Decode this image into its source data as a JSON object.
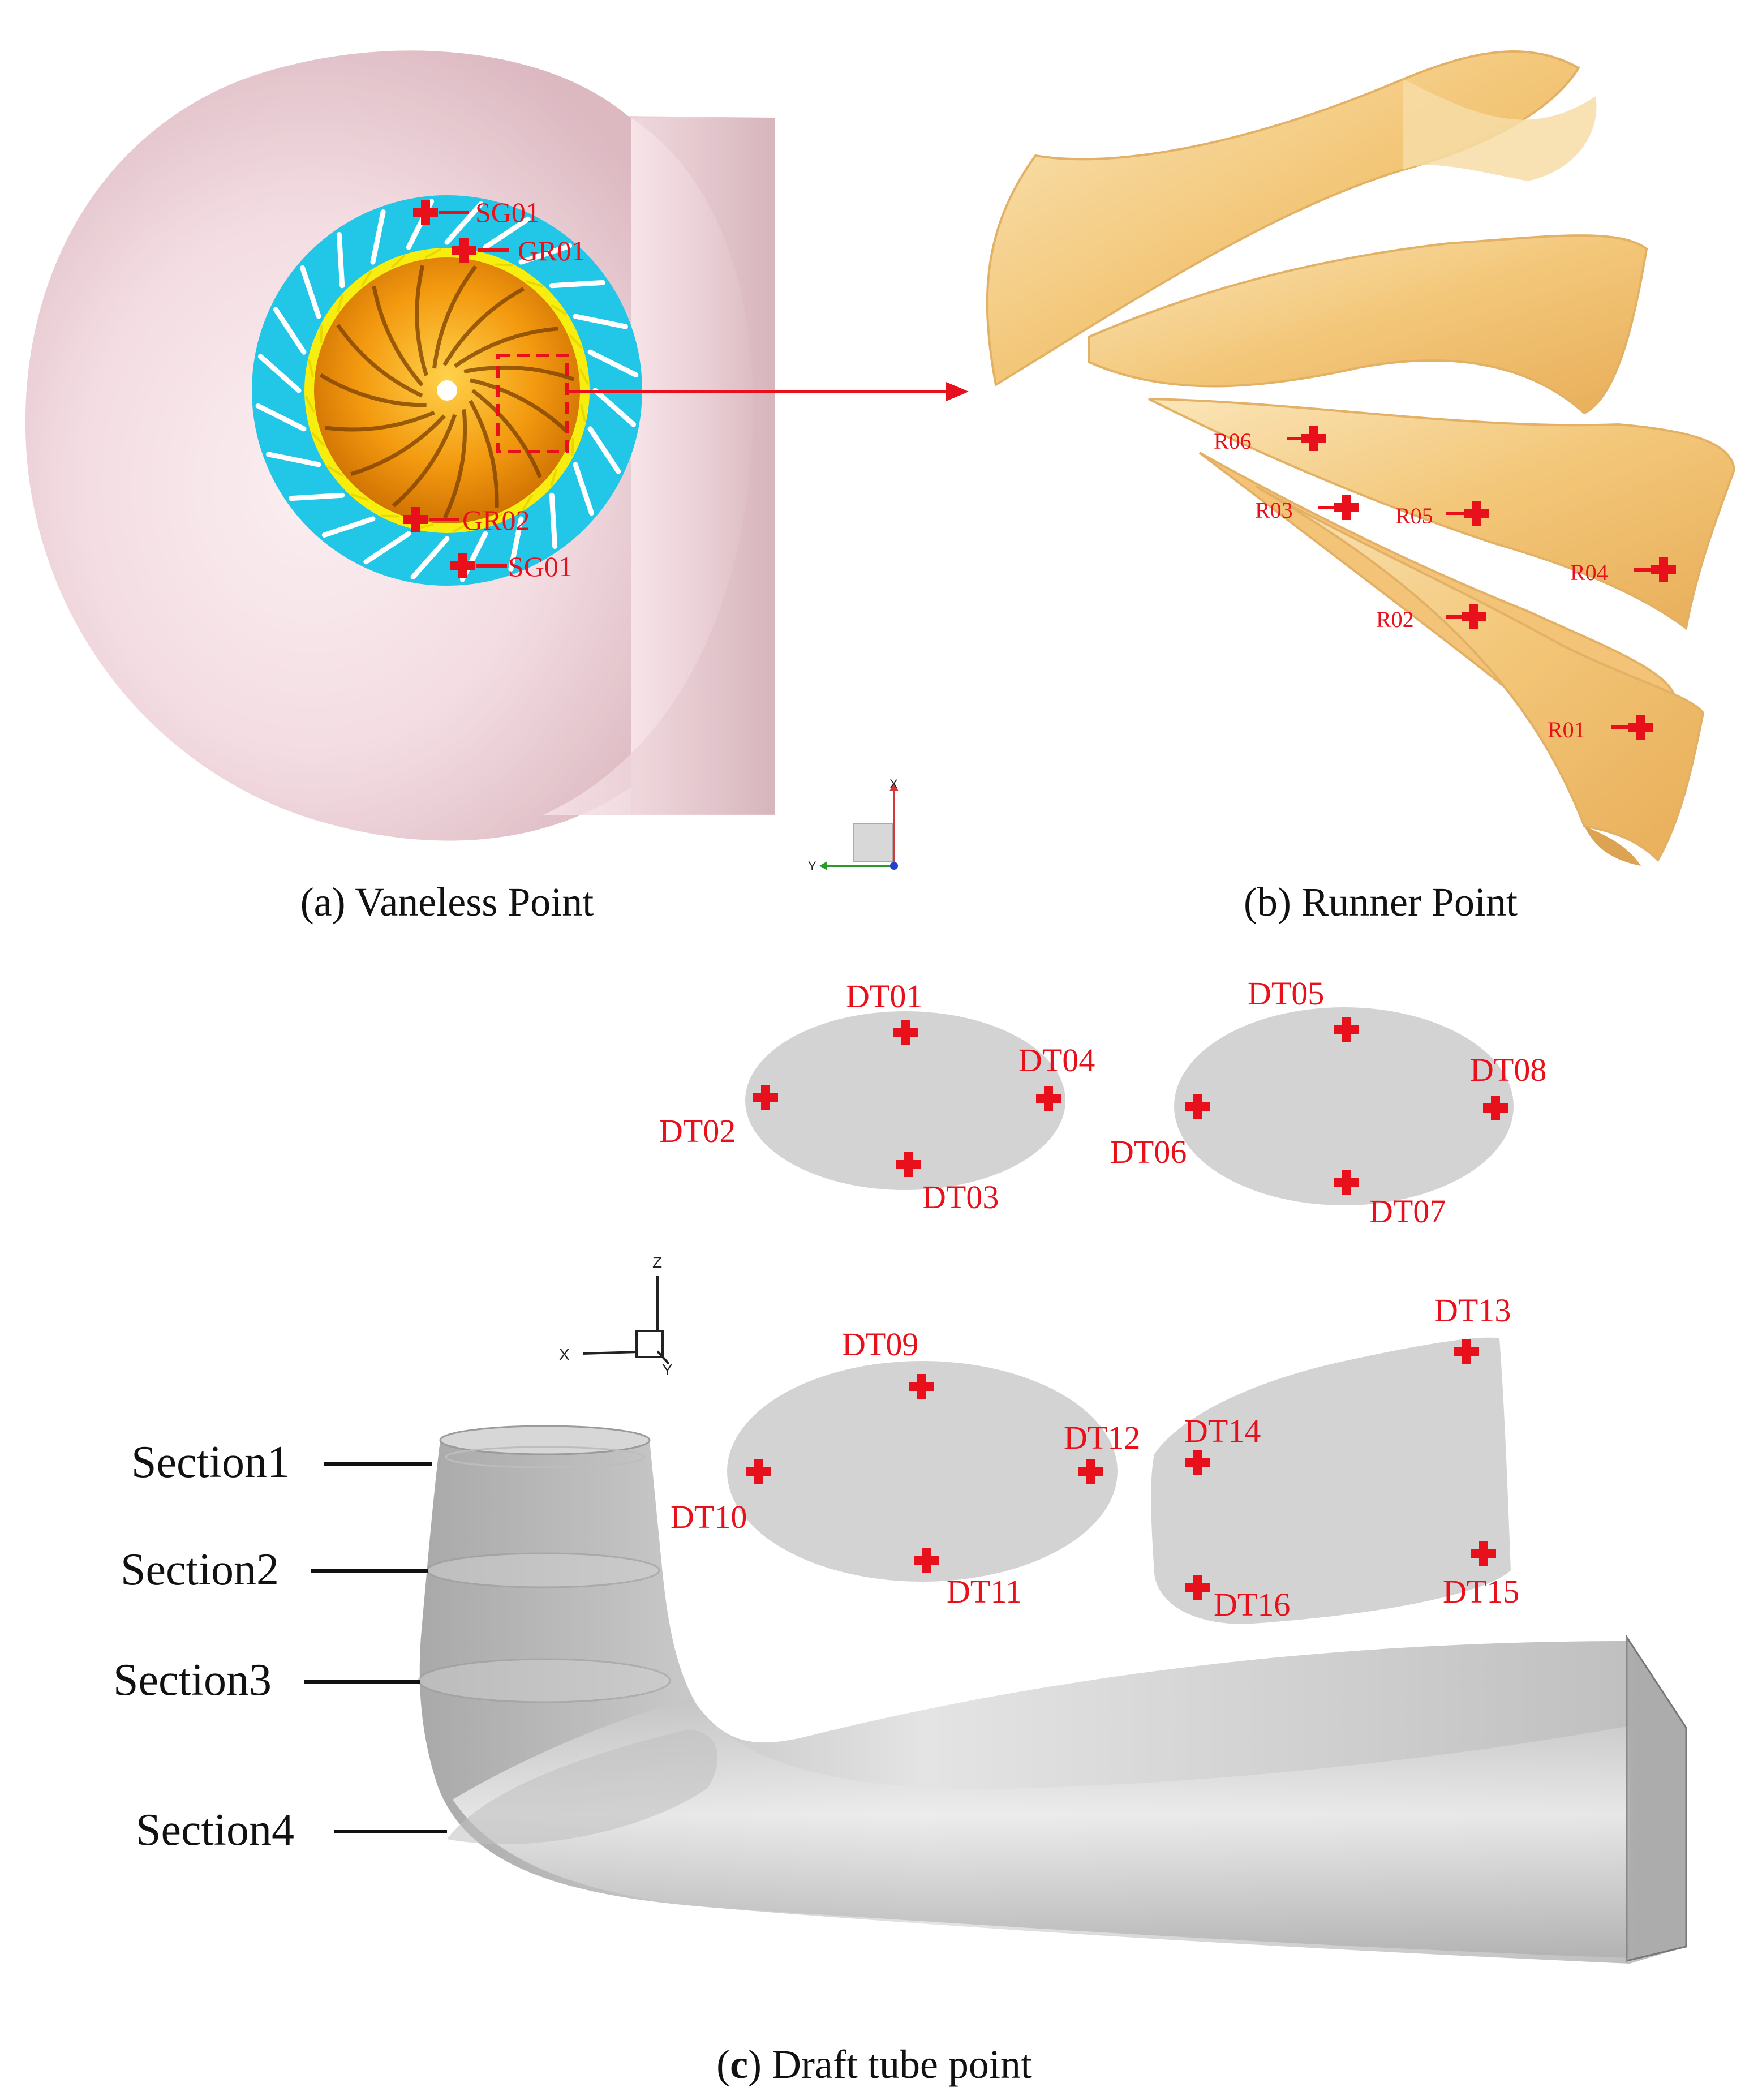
{
  "captions": {
    "a": "(a) Vaneless Point",
    "b": "(b) Runner Point",
    "c_bold": "c",
    "c_pre": "(",
    "c_post": ") Draft tube point"
  },
  "vaneless_points": [
    "SG01",
    "GR01",
    "GR02",
    "SG01"
  ],
  "runner_points": [
    "R06",
    "R03",
    "R05",
    "R04",
    "R02",
    "R01"
  ],
  "draft_tube_points": [
    "DT01",
    "DT02",
    "DT03",
    "DT04",
    "DT05",
    "DT06",
    "DT07",
    "DT08",
    "DT09",
    "DT10",
    "DT11",
    "DT12",
    "DT13",
    "DT14",
    "DT15",
    "DT16"
  ],
  "sections": [
    "Section1",
    "Section2",
    "Section3",
    "Section4"
  ],
  "axes": {
    "a": {
      "x": "X",
      "y": "Y"
    },
    "c": {
      "x": "X",
      "y": "Y",
      "z": "Z"
    }
  },
  "colors": {
    "marker": "#e8101a",
    "spiral_case": "#f2dbe0",
    "stay_vane_ring": "#22c6e6",
    "guide_vane_ring": "#f7ee10",
    "runner": "#f0920a",
    "blade": "#f5c878",
    "section_fill": "#d3d3d3",
    "draft_tube": "#cfcfcf"
  }
}
